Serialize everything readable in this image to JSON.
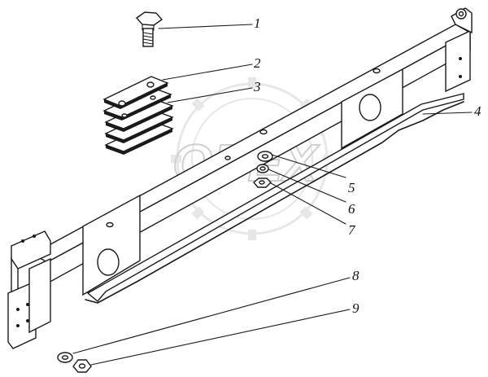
{
  "callouts": [
    {
      "id": "1",
      "text": "1"
    },
    {
      "id": "2",
      "text": "2"
    },
    {
      "id": "3",
      "text": "3"
    },
    {
      "id": "4",
      "text": "4"
    },
    {
      "id": "5",
      "text": "5"
    },
    {
      "id": "6",
      "text": "6"
    },
    {
      "id": "7",
      "text": "7"
    },
    {
      "id": "8",
      "text": "8"
    },
    {
      "id": "9",
      "text": "9"
    }
  ],
  "watermark": {
    "text": "OPEX",
    "color": "#cfcfcf"
  },
  "colors": {
    "ink": "#1a1a1a",
    "background": "#ffffff"
  }
}
